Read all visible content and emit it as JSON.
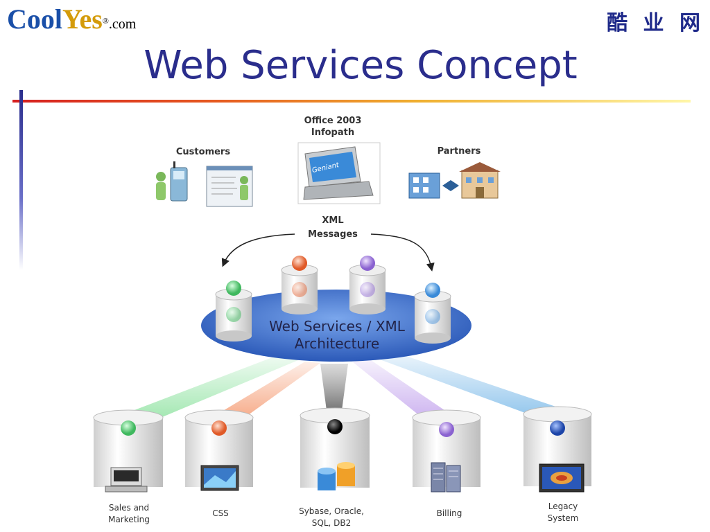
{
  "header": {
    "logo_part1": "Cool",
    "logo_part2": "Yes",
    "logo_reg": "®",
    "logo_domain": ".com",
    "logo_cn": "酷 业 网",
    "title": "Web Services Concept"
  },
  "diagram": {
    "top_nodes": [
      {
        "label_line1": "Customers",
        "label_line2": ""
      },
      {
        "label_line1": "Office 2003",
        "label_line2": "Infopath",
        "screen_text": "Geniant"
      },
      {
        "label_line1": "Partners",
        "label_line2": ""
      }
    ],
    "messages": {
      "line1": "XML",
      "line2": "Messages"
    },
    "hub": {
      "line1": "Web Services / XML",
      "line2": "Architecture"
    },
    "bottom_nodes": [
      {
        "line1": "Sales and",
        "line2": "Marketing",
        "color": "#5fcf7a"
      },
      {
        "line1": "CSS",
        "line2": "",
        "color": "#f07a4a"
      },
      {
        "line1": "Sybase, Oracle,",
        "line2": "SQL, DB2",
        "color": "#222222"
      },
      {
        "line1": "Billing",
        "line2": "",
        "color": "#b08ae0"
      },
      {
        "line1": "Legacy",
        "line2": "System",
        "color": "#3a6fd0"
      }
    ]
  },
  "colors": {
    "title": "#2a2d8c",
    "hub": "#2f5fbf",
    "accent_red": "#d62020"
  }
}
